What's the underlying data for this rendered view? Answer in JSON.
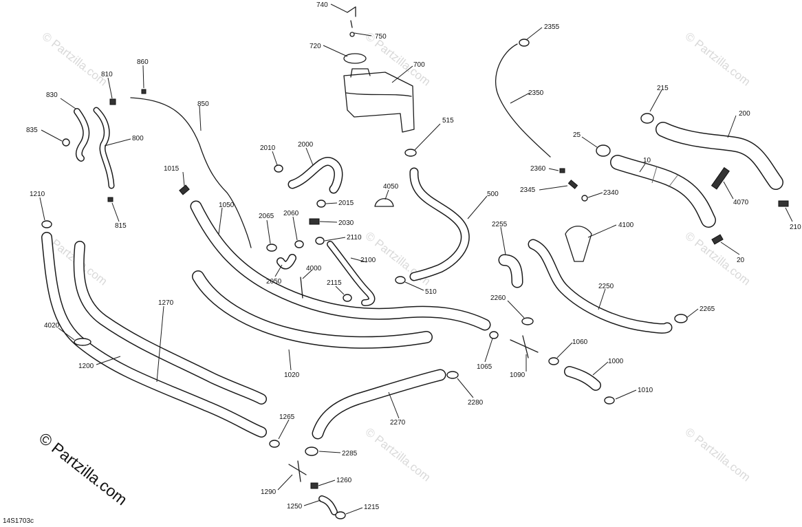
{
  "diagram": {
    "drawing_number": "14S1703c",
    "brand_mark": "© Partzilla.com",
    "watermark_text": "© Partzilla.com",
    "callouts": [
      "740",
      "750",
      "720",
      "700",
      "860",
      "810",
      "830",
      "835",
      "800",
      "850",
      "2355",
      "2350",
      "215",
      "200",
      "515",
      "2010",
      "2000",
      "4050",
      "500",
      "1015",
      "25",
      "10",
      "2360",
      "2345",
      "2340",
      "4070",
      "210",
      "1210",
      "815",
      "1050",
      "2065",
      "2060",
      "2015",
      "2030",
      "2110",
      "2255",
      "4100",
      "20",
      "2050",
      "4000",
      "2100",
      "2115",
      "510",
      "1270",
      "2250",
      "2265",
      "2260",
      "4020",
      "1065",
      "1090",
      "1060",
      "1000",
      "1200",
      "1020",
      "2280",
      "1010",
      "2270",
      "1265",
      "2285",
      "1260",
      "1290",
      "1250",
      "1215"
    ]
  }
}
